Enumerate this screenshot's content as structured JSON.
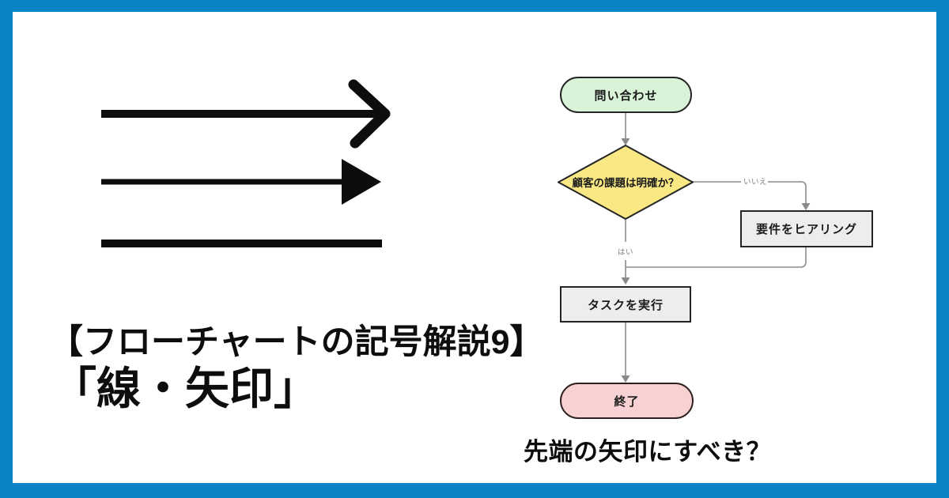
{
  "title": {
    "line1": "【フローチャートの記号解説9】",
    "line2": "「線・矢印」"
  },
  "caption": "先端の矢印にすべき？",
  "icons": [
    "open-arrow-icon",
    "filled-arrow-icon",
    "plain-line-icon"
  ],
  "flowchart": {
    "nodes": [
      {
        "id": "start",
        "shape": "terminator",
        "label": "問い合わせ",
        "fill": "#d9f3d9"
      },
      {
        "id": "decision",
        "shape": "decision",
        "label": "顧客の課題は明確か？",
        "fill": "#f9e883"
      },
      {
        "id": "hearing",
        "shape": "process",
        "label": "要件をヒアリング",
        "fill": "#ededed"
      },
      {
        "id": "task",
        "shape": "process",
        "label": "タスクを実行",
        "fill": "#ededed"
      },
      {
        "id": "end",
        "shape": "terminator",
        "label": "終了",
        "fill": "#f8d2d2"
      }
    ],
    "edges": [
      {
        "from": "start",
        "to": "decision",
        "label": ""
      },
      {
        "from": "decision",
        "to": "hearing",
        "label": "いいえ"
      },
      {
        "from": "decision",
        "to": "task",
        "label": "はい"
      },
      {
        "from": "hearing",
        "to": "task",
        "label": ""
      },
      {
        "from": "task",
        "to": "end",
        "label": ""
      }
    ]
  },
  "colors": {
    "frame": "#0a84c6",
    "background": "#ffffff",
    "ink": "#0d0d0d",
    "connector": "#8a8a8a",
    "node_start": "#d9f3d9",
    "node_decision": "#f9e883",
    "node_process": "#ededed",
    "node_end": "#f8d2d2",
    "node_border": "#242424"
  }
}
